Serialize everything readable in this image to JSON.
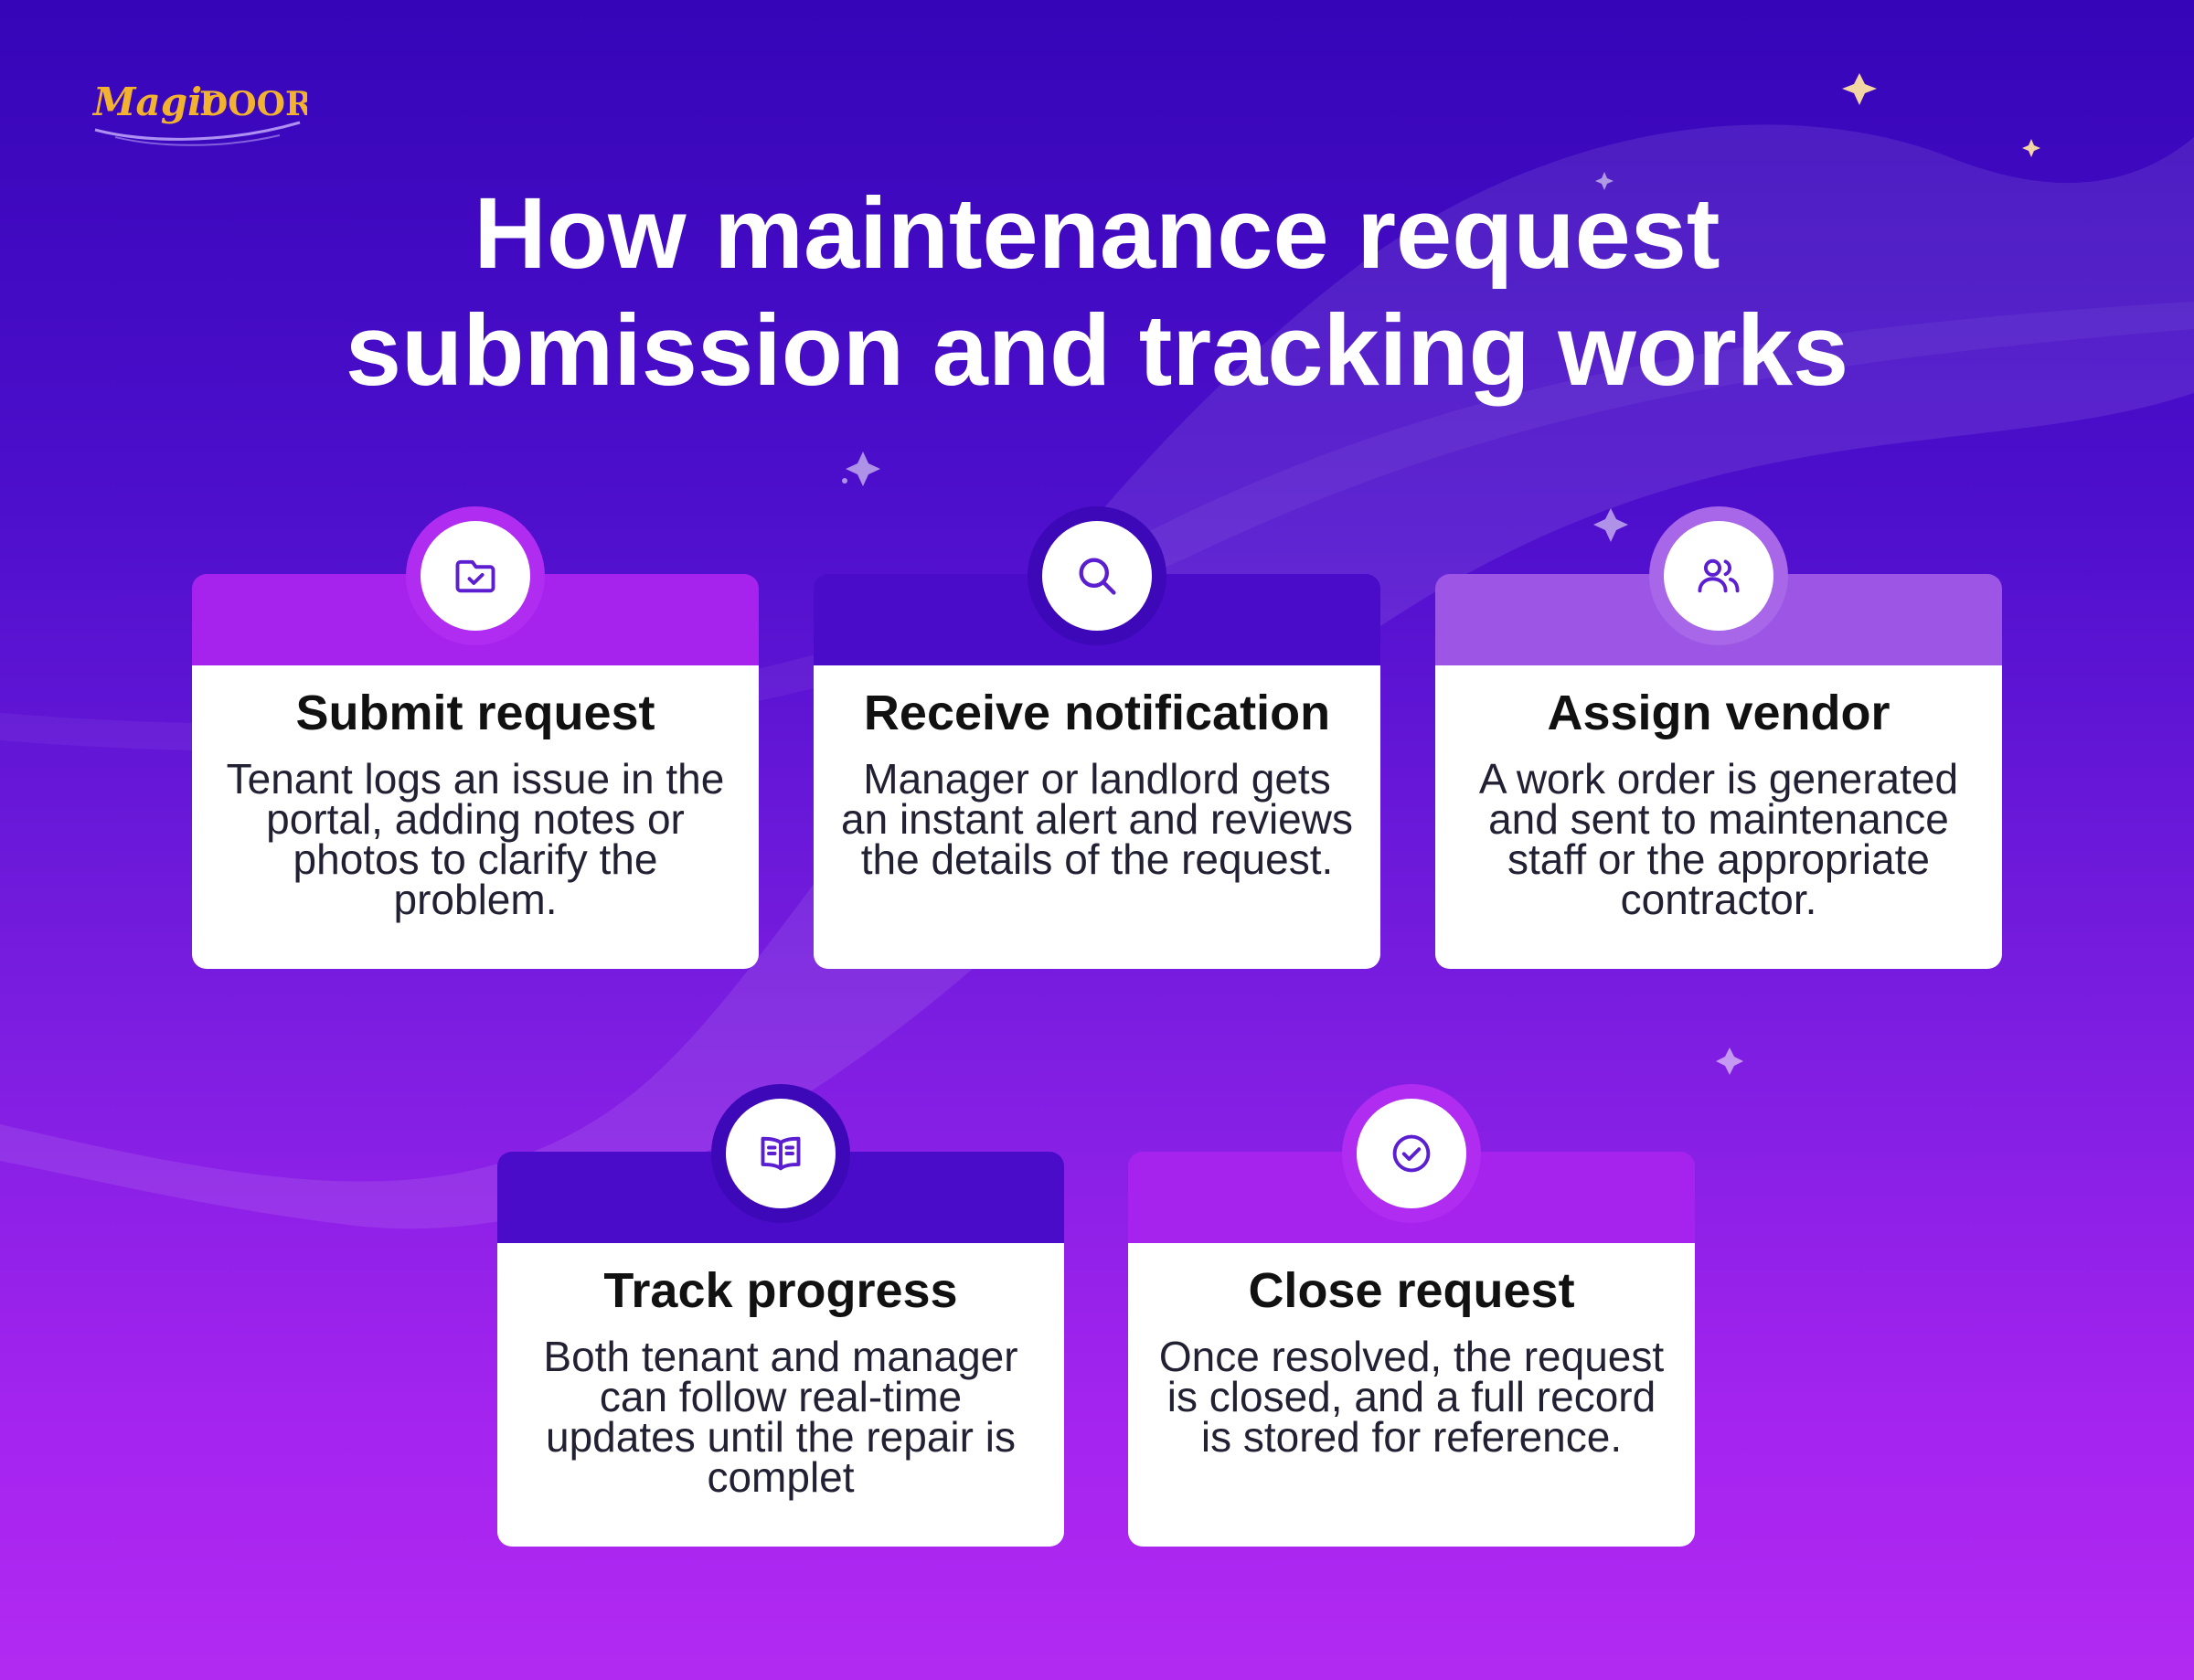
{
  "brand": {
    "name": "MagicDoor"
  },
  "title": {
    "line1": "How maintenance request",
    "line2": "submission and tracking works"
  },
  "colors": {
    "background_top": "#3605b8",
    "background_bottom": "#b12af2",
    "header_magenta": "#a623ee",
    "header_indigo": "#4a0cc9",
    "header_lilac": "#9c55e4",
    "icon": "#5b1fd1",
    "logo_gold": "#f2b230"
  },
  "steps": [
    {
      "icon": "folder-check-icon",
      "title": "Submit request",
      "description": "Tenant logs an issue in the portal, adding notes or photos to clarify the problem."
    },
    {
      "icon": "search-icon",
      "title": "Receive notification",
      "description": "Manager or landlord gets an instant alert and reviews the details of the request."
    },
    {
      "icon": "users-icon",
      "title": "Assign vendor",
      "description": "A work order is generated and sent to maintenance staff or the appropriate contractor."
    },
    {
      "icon": "book-open-icon",
      "title": "Track progress",
      "description": "Both tenant and manager can follow real-time updates until the repair is complet"
    },
    {
      "icon": "check-circle-icon",
      "title": "Close request",
      "description": "Once resolved, the request is closed, and a full record is stored for reference."
    }
  ]
}
